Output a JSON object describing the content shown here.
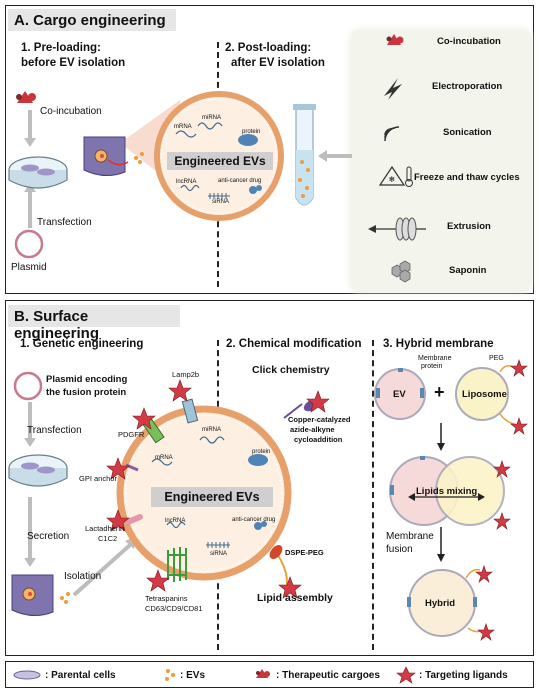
{
  "panel_a": {
    "title": "A. Cargo engineering",
    "preloading": "1. Pre-loading:",
    "preloading_sub": "before EV isolation",
    "postloading": "2. Post-loading:",
    "postloading_sub": "after EV isolation",
    "coincubation": "Co-incubation",
    "transfection": "Transfection",
    "plasmid": "Plasmid",
    "ev_title": "Engineered EVs",
    "cargo_labels": {
      "mirna": "miRNA",
      "mrna": "mRNA",
      "protein": "protein",
      "lncrna": "lncRNA",
      "anticancer": "anti-cancer drug",
      "sirna": "siRNA"
    },
    "methods": [
      "Co-incubation",
      "Electroporation",
      "Sonication",
      "Freeze and thaw cycles",
      "Extrusion",
      "Saponin"
    ]
  },
  "panel_b": {
    "title": "B. Surface engineering",
    "genetic": "1. Genetic engineering",
    "chemical": "2. Chemical modification",
    "hybrid": "3. Hybrid membrane",
    "plasmid_line1": "Plasmid encoding",
    "plasmid_line2": "the fusion protein",
    "transfection": "Transfection",
    "secretion": "Secretion",
    "isolation": "Isolation",
    "lamp2b": "Lamp2b",
    "pdgfr": "PDGFR",
    "gpi": "GPI anchor",
    "lactadherin": "Lactadherin",
    "c1c2": "C1C2",
    "tetraspanins": "Tetraspanins",
    "tetraspanins_list": "CD63/CD9/CD81",
    "click": "Click chemistry",
    "copper1": "Copper-catalyzed",
    "copper2": "azide-alkyne",
    "copper3": "cycloaddition",
    "dspe": "DSPE-PEG",
    "lipid_assembly": "Lipid assembly",
    "ev_title": "Engineered EVs",
    "cargo_labels": {
      "mirna": "miRNA",
      "mrna": "mRNA",
      "protein": "protein",
      "lncrna": "lncRNA",
      "anticancer": "anti-cancer drug",
      "sirna": "siRNA"
    },
    "membrane_protein_1": "Membrane",
    "membrane_protein_2": "protein",
    "peg": "PEG",
    "ev": "EV",
    "plus": "+",
    "liposome": "Liposome",
    "lipids_mixing": "Lipids mixing",
    "membrane_fusion_1": "Membrane",
    "membrane_fusion_2": "fusion",
    "hybrid_label": "Hybrid"
  },
  "legend": {
    "parental": ": Parental cells",
    "evs": ": EVs",
    "therapeutic": ": Therapeutic cargoes",
    "targeting": ": Targeting ligands"
  },
  "colors": {
    "ev_membrane": "#e8a06b",
    "ev_fill": "#fdf0e2",
    "cell_purple": "#7f74ad",
    "star_red": "#d23a45",
    "liposome_yellow": "#fbf3c8"
  }
}
